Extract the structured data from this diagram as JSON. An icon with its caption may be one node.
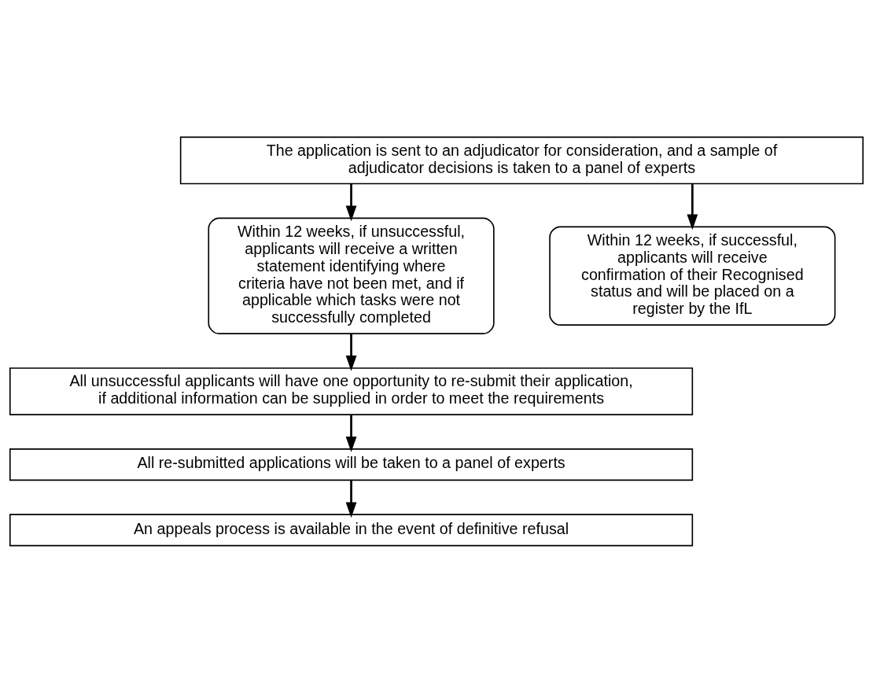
{
  "diagram": {
    "nodes": [
      {
        "text": [
          "The application is sent to an adjudicator for consideration, and a sample of adjudicator decisions is taken to a panel of experts"
        ]
      },
      {
        "text": [
          "Within 12 weeks, if unsuccessful, applicants will receive a written statement identifying where criteria have not been met, and if applicable which tasks were not successfully completed"
        ]
      },
      {
        "text": [
          "Within 12 weeks, if successful, applicants will receive confirmation of their Recognised status and will be placed on a register by the IfL"
        ]
      },
      {
        "text": [
          "All unsuccessful applicants will have one opportunity to re-submit their application, if additional information can be supplied in order to meet the requirements"
        ]
      },
      {
        "text": [
          "All re-submitted applications will be taken to a panel of experts"
        ]
      },
      {
        "text": [
          "An appeals process is available in the event of definitive refusal"
        ]
      }
    ],
    "edges": [
      {
        "from": 0,
        "to": 1,
        "arrow": "to"
      },
      {
        "from": 0,
        "to": 2,
        "arrow": "to"
      },
      {
        "from": 1,
        "to": 3,
        "arrow": "to"
      },
      {
        "from": 3,
        "to": 4,
        "arrow": "to"
      },
      {
        "from": 4,
        "to": 5,
        "arrow": "to"
      }
    ]
  }
}
